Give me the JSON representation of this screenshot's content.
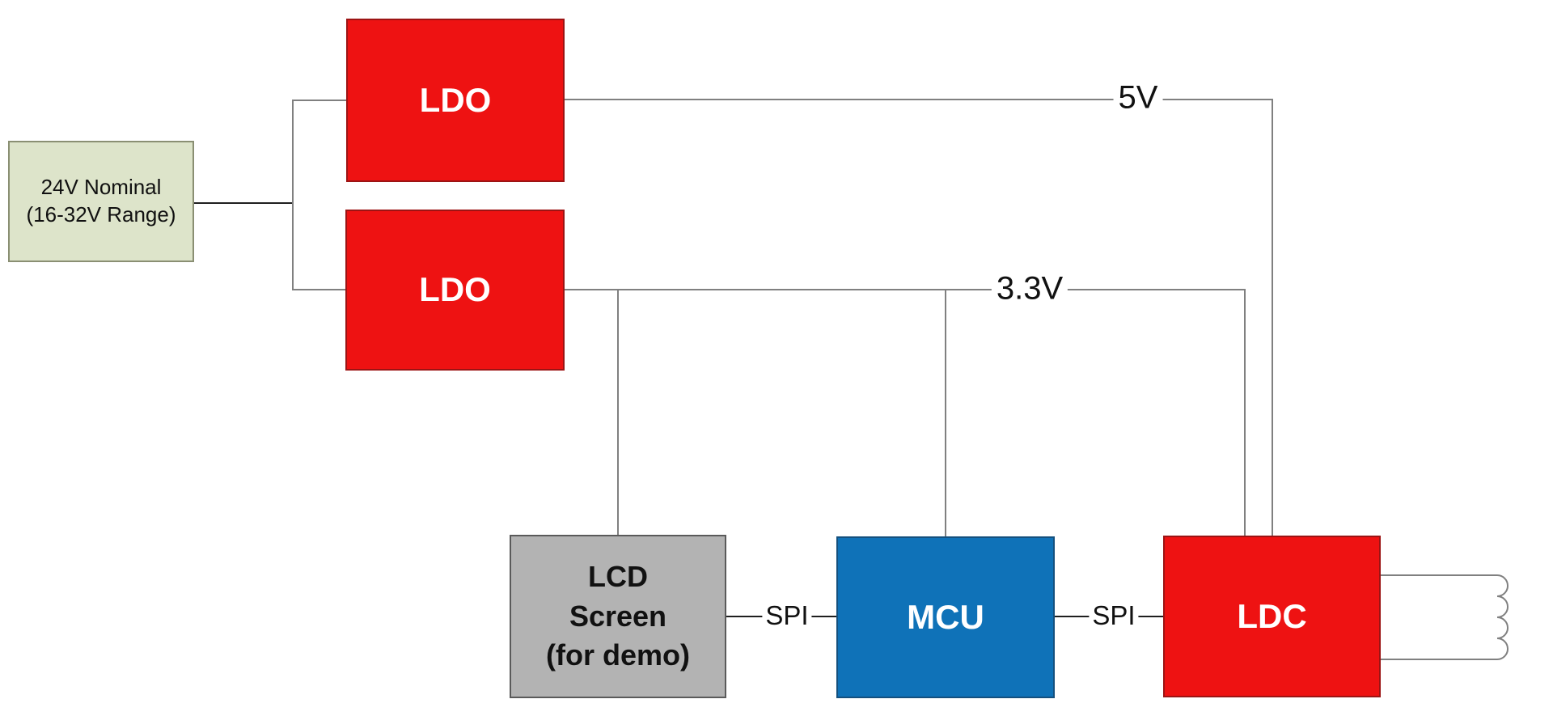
{
  "blocks": {
    "source": {
      "label": "24V Nominal\n(16-32V Range)"
    },
    "ldo_top": {
      "label": "LDO"
    },
    "ldo_bottom": {
      "label": "LDO"
    },
    "lcd": {
      "label": "LCD\nScreen\n(for demo)"
    },
    "mcu": {
      "label": "MCU"
    },
    "ldc": {
      "label": "LDC"
    }
  },
  "wire_labels": {
    "rail_5v": "5V",
    "rail_3v3": "3.3V",
    "spi_lcd_mcu": "SPI",
    "spi_mcu_ldc": "SPI"
  },
  "colors": {
    "block_red": "#ee1212",
    "block_red_border": "#9c1414",
    "block_blue": "#0f72b8",
    "block_blue_border": "#14507e",
    "block_green": "#dde4ca",
    "block_green_border": "#8a8f73",
    "block_gray": "#b3b3b3",
    "block_gray_border": "#5a5a5a",
    "wire_gray": "#808080",
    "wire_dark": "#1f1f1f",
    "text_dark": "#111111",
    "text_light": "#ffffff"
  }
}
